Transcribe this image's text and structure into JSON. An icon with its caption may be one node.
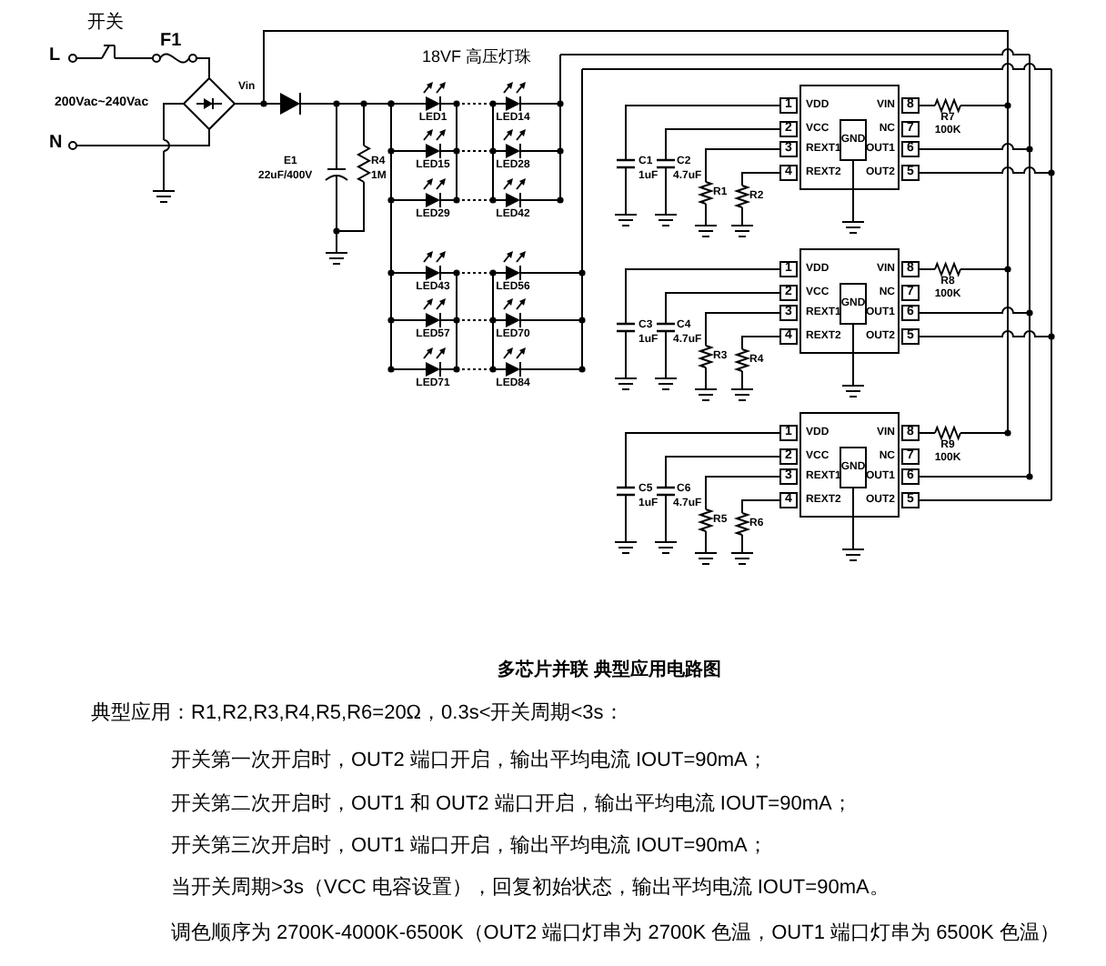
{
  "diagram": {
    "caption": "多芯片并联 典型应用电路图",
    "labels": [
      "开关",
      "F1",
      "L",
      "N",
      "200Vac~240Vac",
      "Vin",
      "E1",
      "22uF/400V",
      "R4",
      "1M",
      "18VF 高压灯珠",
      "LED1",
      "LED14",
      "LED15",
      "LED28",
      "LED29",
      "LED42",
      "LED43",
      "LED56",
      "LED57",
      "LED70",
      "LED71",
      "LED84",
      "1",
      "VDD",
      "2",
      "VCC",
      "3",
      "REXT1",
      "4",
      "REXT2",
      "GND",
      "VIN",
      "8",
      "NC",
      "7",
      "OUT1",
      "6",
      "OUT2",
      "5",
      "R7",
      "100K",
      "C1",
      "1uF",
      "C2",
      "4.7uF",
      "R1",
      "R2",
      "1",
      "VDD",
      "2",
      "VCC",
      "3",
      "REXT1",
      "4",
      "REXT2",
      "GND",
      "VIN",
      "8",
      "NC",
      "7",
      "OUT1",
      "6",
      "OUT2",
      "5",
      "R8",
      "100K",
      "C3",
      "1uF",
      "C4",
      "4.7uF",
      "R3",
      "R4",
      "1",
      "VDD",
      "2",
      "VCC",
      "3",
      "REXT1",
      "4",
      "REXT2",
      "GND",
      "VIN",
      "8",
      "NC",
      "7",
      "OUT1",
      "6",
      "OUT2",
      "5",
      "R9",
      "100K",
      "C5",
      "1uF",
      "C6",
      "4.7uF",
      "R5",
      "R6",
      "典型应用：R1,R2,R3,R4,R5,R6=20Ω，0.3s<开关周期<3s：",
      "开关第一次开启时，OUT2 端口开启，输出平均电流 IOUT=90mA；",
      "开关第二次开启时，OUT1 和 OUT2 端口开启，输出平均电流 IOUT=90mA；",
      "开关第三次开启时，OUT1 端口开启，输出平均电流 IOUT=90mA；",
      "当开关周期>3s（VCC 电容设置），回复初始状态，输出平均电流 IOUT=90mA。",
      "调色顺序为 2700K-4000K-6500K（OUT2 端口灯串为 2700K 色温，OUT1 端口灯串为 6500K 色温）"
    ]
  }
}
